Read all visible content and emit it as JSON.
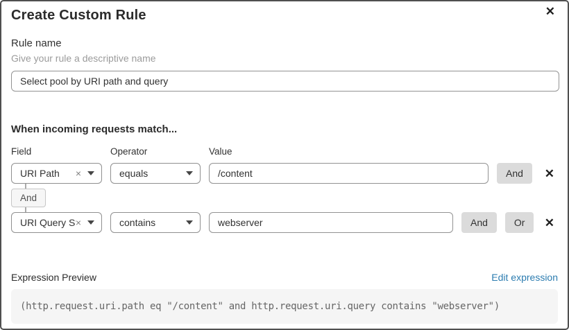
{
  "dialog": {
    "title": "Create Custom Rule"
  },
  "icons": {
    "close": "✕",
    "clear": "×",
    "delete": "✕"
  },
  "rule_name": {
    "label": "Rule name",
    "helper": "Give your rule a descriptive name",
    "value": "Select pool by URI path and query"
  },
  "match": {
    "heading": "When incoming requests match...",
    "columns": {
      "field": "Field",
      "operator": "Operator",
      "value": "Value"
    },
    "connector": "And",
    "rows": [
      {
        "field": "URI Path",
        "operator": "equals",
        "value": "/content",
        "and_label": "And"
      },
      {
        "field": "URI Query St...",
        "operator": "contains",
        "value": "webserver",
        "and_label": "And",
        "or_label": "Or"
      }
    ]
  },
  "preview": {
    "label": "Expression Preview",
    "edit_link": "Edit expression",
    "expression": "(http.request.uri.path eq \"/content\" and http.request.uri.query contains \"webserver\")"
  },
  "colors": {
    "link": "#2c7cb0",
    "button_bg": "#dbdbdb",
    "code_bg": "#f5f5f5",
    "dialog_border": "#4f4f4f"
  }
}
